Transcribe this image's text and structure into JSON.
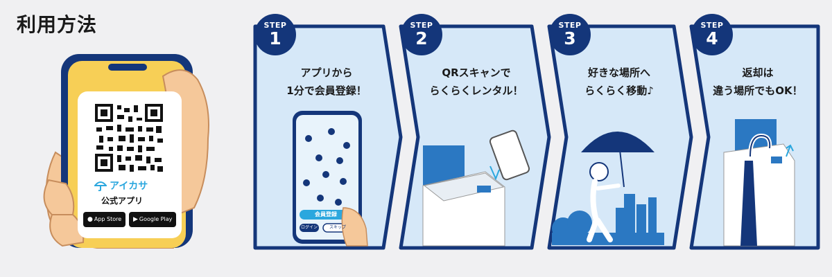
{
  "page": {
    "title": "利用方法"
  },
  "qr_panel": {
    "brand_name": "アイカサ",
    "app_label": "公式アプリ",
    "app_store": "App Store",
    "google_play": "Google Play"
  },
  "steps": [
    {
      "label": "STEP",
      "number": "1",
      "line1": "アプリから",
      "line2": "1分で会員登録！"
    },
    {
      "label": "STEP",
      "number": "2",
      "line1": "QRスキャンで",
      "line2": "らくらくレンタル！"
    },
    {
      "label": "STEP",
      "number": "3",
      "line1": "好きな場所へ",
      "line2": "らくらく移動♪"
    },
    {
      "label": "STEP",
      "number": "4",
      "line1": "返却は",
      "line2": "違う場所でもOK！"
    }
  ],
  "app_screen": {
    "register_button": "会員登録",
    "login_button": "ログイン",
    "skip_button": "スキップ"
  },
  "colors": {
    "navy": "#14367a",
    "panel_bg": "#d6e8f8",
    "accent_blue": "#2ba7de",
    "phone_yellow": "#f7cf56"
  }
}
